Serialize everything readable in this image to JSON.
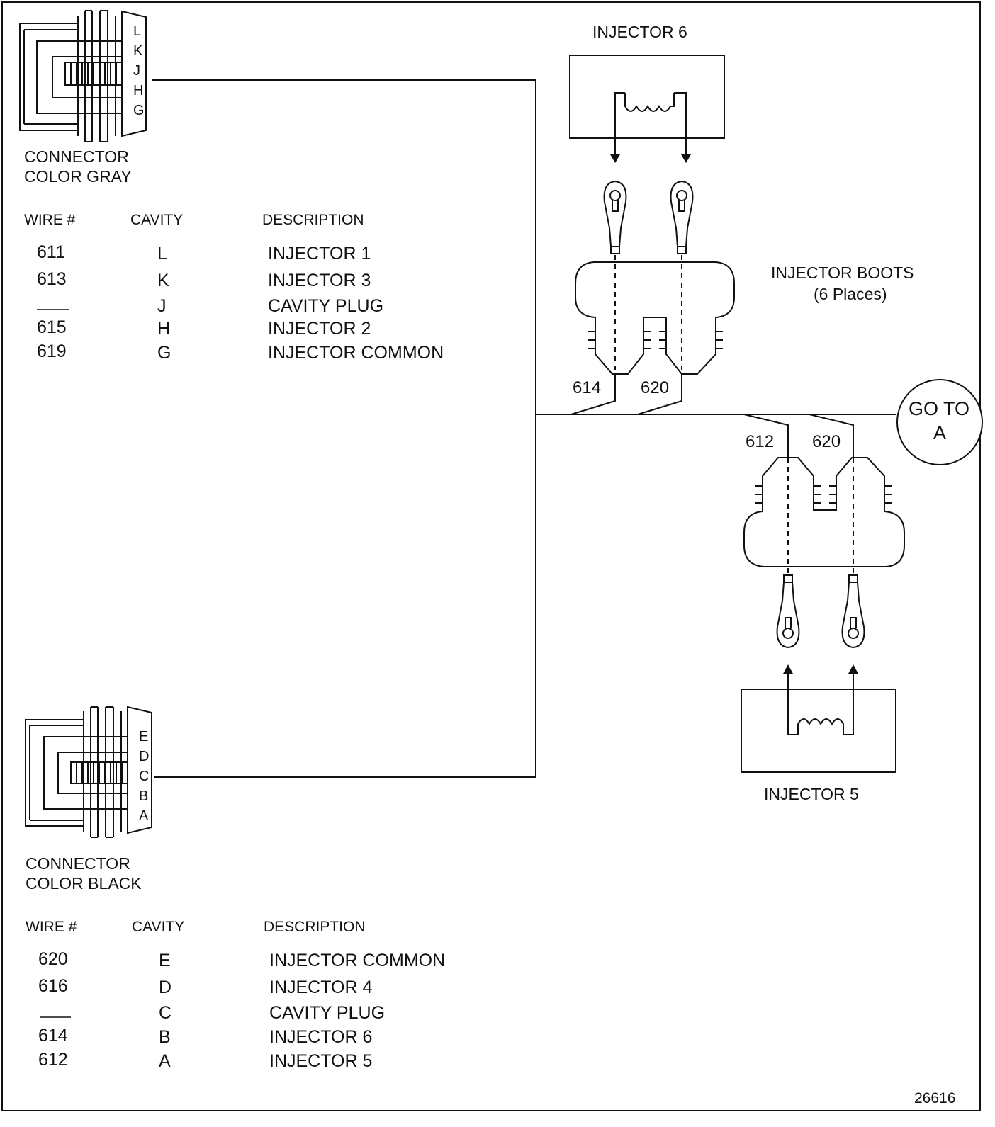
{
  "connector_gray": {
    "label_line1": "CONNECTOR",
    "label_line2": "COLOR GRAY",
    "pins": [
      "L",
      "K",
      "J",
      "H",
      "G"
    ],
    "table": {
      "headers": {
        "wire": "WIRE #",
        "cavity": "CAVITY",
        "description": "DESCRIPTION"
      },
      "rows": [
        {
          "wire": "611",
          "cavity": "L",
          "description": "INJECTOR 1"
        },
        {
          "wire": "613",
          "cavity": "K",
          "description": "INJECTOR 3"
        },
        {
          "wire": "—",
          "cavity": "J",
          "description": "CAVITY PLUG"
        },
        {
          "wire": "615",
          "cavity": "H",
          "description": "INJECTOR 2"
        },
        {
          "wire": "619",
          "cavity": "G",
          "description": "INJECTOR COMMON"
        }
      ]
    }
  },
  "connector_black": {
    "label_line1": "CONNECTOR",
    "label_line2": "COLOR BLACK",
    "pins": [
      "E",
      "D",
      "C",
      "B",
      "A"
    ],
    "table": {
      "headers": {
        "wire": "WIRE #",
        "cavity": "CAVITY",
        "description": "DESCRIPTION"
      },
      "rows": [
        {
          "wire": "620",
          "cavity": "E",
          "description": "INJECTOR COMMON"
        },
        {
          "wire": "616",
          "cavity": "D",
          "description": "INJECTOR 4"
        },
        {
          "wire": "—",
          "cavity": "C",
          "description": "CAVITY PLUG"
        },
        {
          "wire": "614",
          "cavity": "B",
          "description": "INJECTOR 6"
        },
        {
          "wire": "612",
          "cavity": "A",
          "description": "INJECTOR 5"
        }
      ]
    }
  },
  "injector6": {
    "label": "INJECTOR 6",
    "wires": [
      "614",
      "620"
    ]
  },
  "injector5": {
    "label": "INJECTOR 5",
    "wires": [
      "612",
      "620"
    ]
  },
  "boots": {
    "line1": "INJECTOR BOOTS",
    "line2": "(6 Places)"
  },
  "goto": {
    "line1": "GO TO",
    "line2": "A"
  },
  "figure_number": "26616"
}
